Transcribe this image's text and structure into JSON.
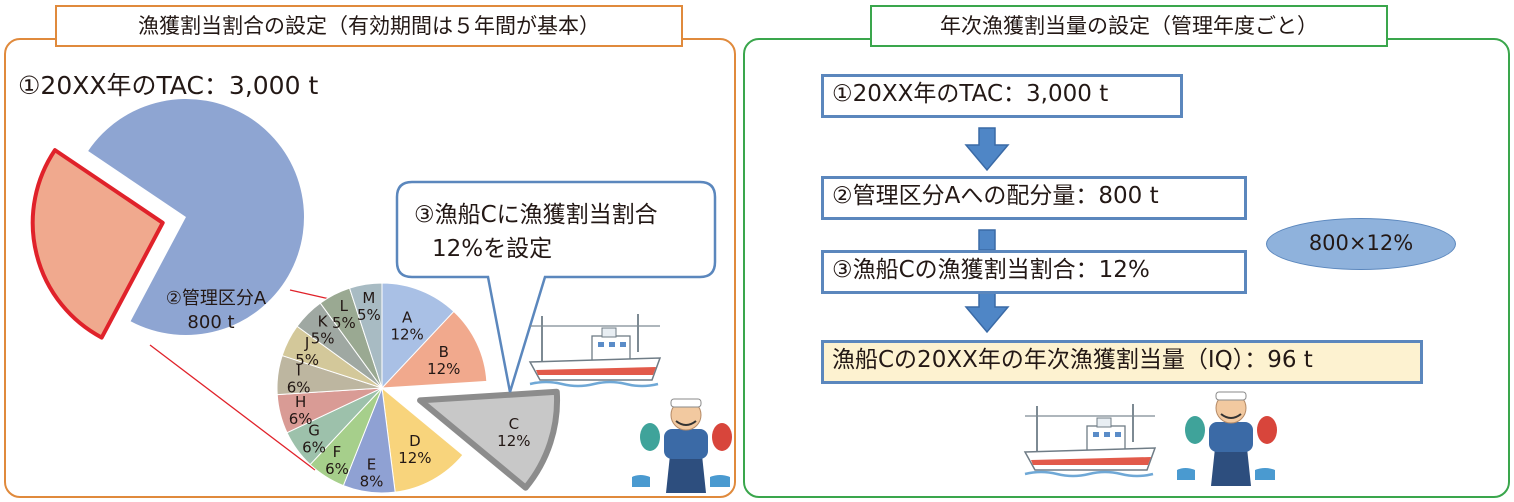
{
  "left_panel": {
    "title": "漁獲割当割合の設定（有効期間は５年間が基本）",
    "tac": "①20XX年のTAC：3,000 t",
    "callout": {
      "line1": "③漁船Cに漁獲割当割合",
      "line2": "12%を設定"
    },
    "division_label": {
      "line1": "②管理区分A",
      "line2": "800 t"
    }
  },
  "right_panel": {
    "title": "年次漁獲割当量の設定（管理年度ごと）",
    "steps": [
      "①20XX年のTAC：3,000 t",
      "②管理区分Aへの配分量：800 t",
      "③漁船Cの漁獲割当割合：12%",
      "漁船Cの20XX年の年次漁獲割当量（IQ）：96 t"
    ],
    "calc": "800×12%"
  },
  "colors": {
    "orange_border": "#e08a3c",
    "green_border": "#3aa64c",
    "step_border": "#5b87bd",
    "arrow": "#4f86c6",
    "main_pie": "#8ea5d2",
    "division_fill": "#f0a98e",
    "division_border": "#e0222a"
  },
  "icons": [
    "fishing-boat-icon",
    "fisherman-icon",
    "down-arrow-icon"
  ],
  "chart_data": {
    "type": "pie",
    "categories": [
      "A",
      "B",
      "C",
      "D",
      "E",
      "F",
      "G",
      "H",
      "I",
      "J",
      "K",
      "L",
      "M"
    ],
    "values": [
      12,
      12,
      12,
      12,
      8,
      6,
      6,
      6,
      6,
      5,
      5,
      5,
      5
    ],
    "labels": [
      "A\n12%",
      "B\n12%",
      "C\n12%",
      "D\n12%",
      "E\n8%",
      "F\n6%",
      "G\n6%",
      "H\n6%",
      "I\n6%",
      "J\n5%",
      "K\n5%",
      "L\n5%",
      "M\n5%"
    ],
    "colors": [
      "#a9c0e5",
      "#f1a98d",
      "#c8c8c8",
      "#f8d47c",
      "#8fa1d3",
      "#a6cf8b",
      "#9dc1ab",
      "#d99b95",
      "#bdb6a0",
      "#d3c89a",
      "#9fa8a2",
      "#9aa992",
      "#a8bbc3"
    ],
    "highlighted": "C",
    "main_total": 3000,
    "main_division": 800
  }
}
